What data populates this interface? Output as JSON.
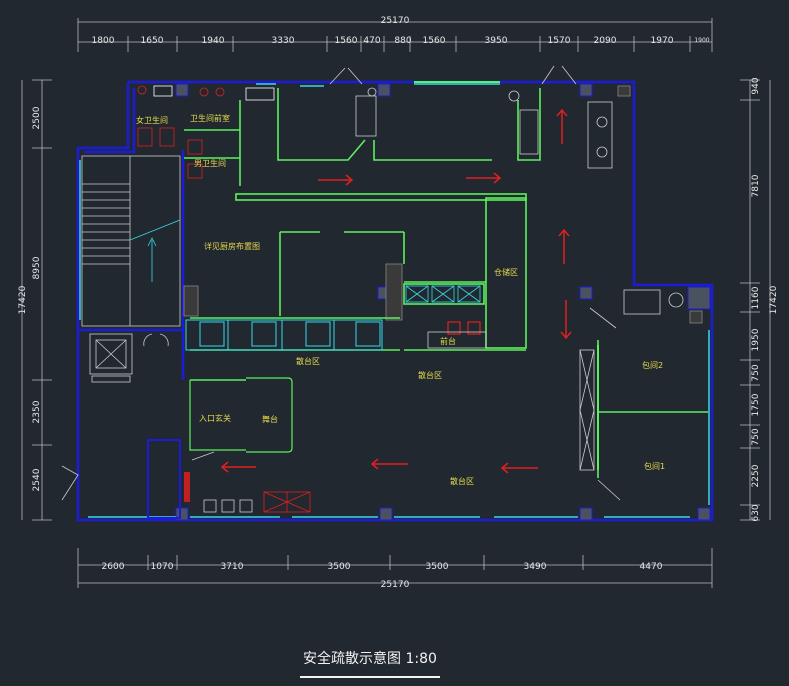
{
  "caption": "安全疏散示意图  1:80",
  "dimensions": {
    "top_total": "25170",
    "top_segments": [
      "1800",
      "1650",
      "1940",
      "3330",
      "1560",
      "470",
      "880",
      "1560",
      "3950",
      "1570",
      "2090",
      "1970",
      "1900"
    ],
    "bottom_total": "25170",
    "bottom_segments": [
      "2600",
      "1070",
      "3710",
      "3500",
      "3500",
      "3490",
      "4470"
    ],
    "left_total": "17420",
    "left_segments": [
      "2500",
      "8950",
      "2350",
      "2540"
    ],
    "right_total": "17420",
    "right_segments": [
      "940",
      "7810",
      "1160",
      "1950",
      "750",
      "1750",
      "750",
      "2250",
      "630"
    ]
  },
  "rooms": {
    "female_restroom": "女卫生间",
    "restroom_lobby": "卫生间前室",
    "male_restroom": "男卫生间",
    "kitchen_note": "详见厨房布置图",
    "storage": "仓储区",
    "front_desk": "前台",
    "seating_1": "散台区",
    "seating_2": "散台区",
    "seating_3": "散台区",
    "entrance": "入口玄关",
    "stage": "舞台",
    "private_room_2": "包间2",
    "private_room_1": "包间1"
  },
  "colors": {
    "background": "#212830",
    "wall": "#1c1cd8",
    "partition": "#5cf05c",
    "glass": "#38d8e8",
    "arrow": "#e02020",
    "label": "#e6d94c",
    "dimension": "#e8e8e8"
  }
}
